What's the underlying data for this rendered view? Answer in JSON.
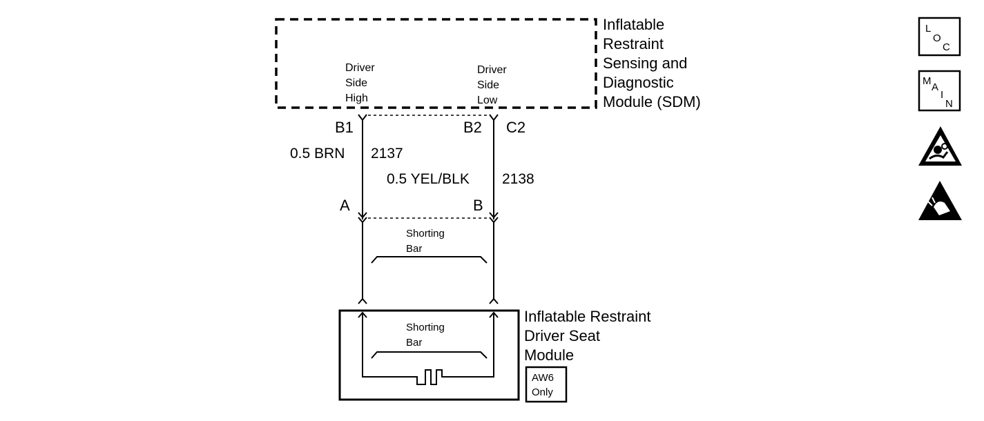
{
  "sdm": {
    "title_lines": [
      "Inflatable",
      "Restraint",
      "Sensing and",
      "Diagnostic",
      "Module (SDM)"
    ],
    "pin_high_label": [
      "Driver",
      "Side",
      "High"
    ],
    "pin_low_label": [
      "Driver",
      "Side",
      "Low"
    ],
    "connector_b1": "B1",
    "connector_b2": "B2",
    "connector_c2": "C2"
  },
  "wires": {
    "wire1_gauge_color": "0.5 BRN",
    "wire1_circuit": "2137",
    "wire2_gauge_color": "0.5 YEL/BLK",
    "wire2_circuit": "2138"
  },
  "seat_connector": {
    "pin_a": "A",
    "pin_b": "B",
    "shorting_bar_label": [
      "Shorting",
      "Bar"
    ]
  },
  "seat_module": {
    "title_lines": [
      "Inflatable Restraint",
      "Driver Seat",
      "Module"
    ],
    "shorting_bar_label": [
      "Shorting",
      "Bar"
    ],
    "option_badge": [
      "AW6",
      "Only"
    ]
  },
  "icons": {
    "loc": [
      "L",
      "O",
      "C"
    ],
    "main": [
      "M",
      "A",
      "I",
      "N"
    ],
    "airbag_warning": "airbag-warning-icon",
    "esd_warning": "esd-warning-icon"
  },
  "colors": {
    "ink": "#000000",
    "background": "#ffffff"
  }
}
